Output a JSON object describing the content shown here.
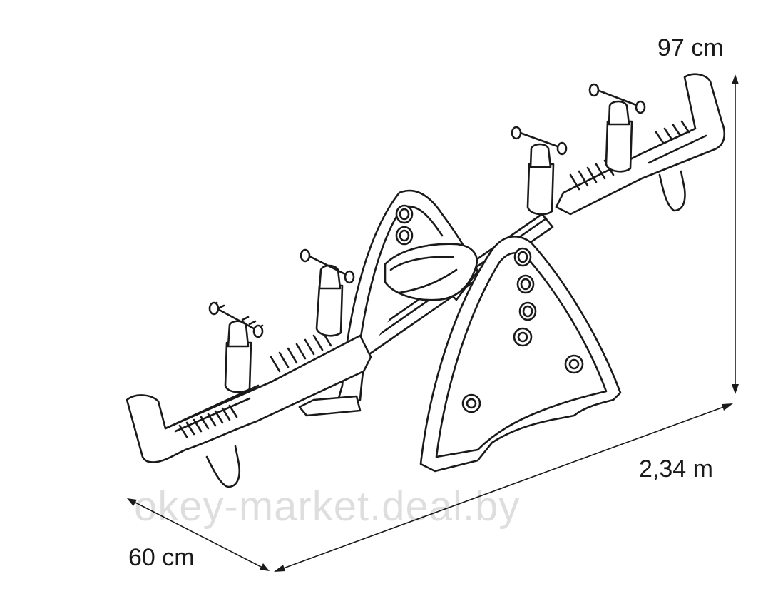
{
  "dimensions": {
    "height": "97 cm",
    "length": "2,34 m",
    "width": "60 cm"
  },
  "watermark": "okey-market.deal.by"
}
